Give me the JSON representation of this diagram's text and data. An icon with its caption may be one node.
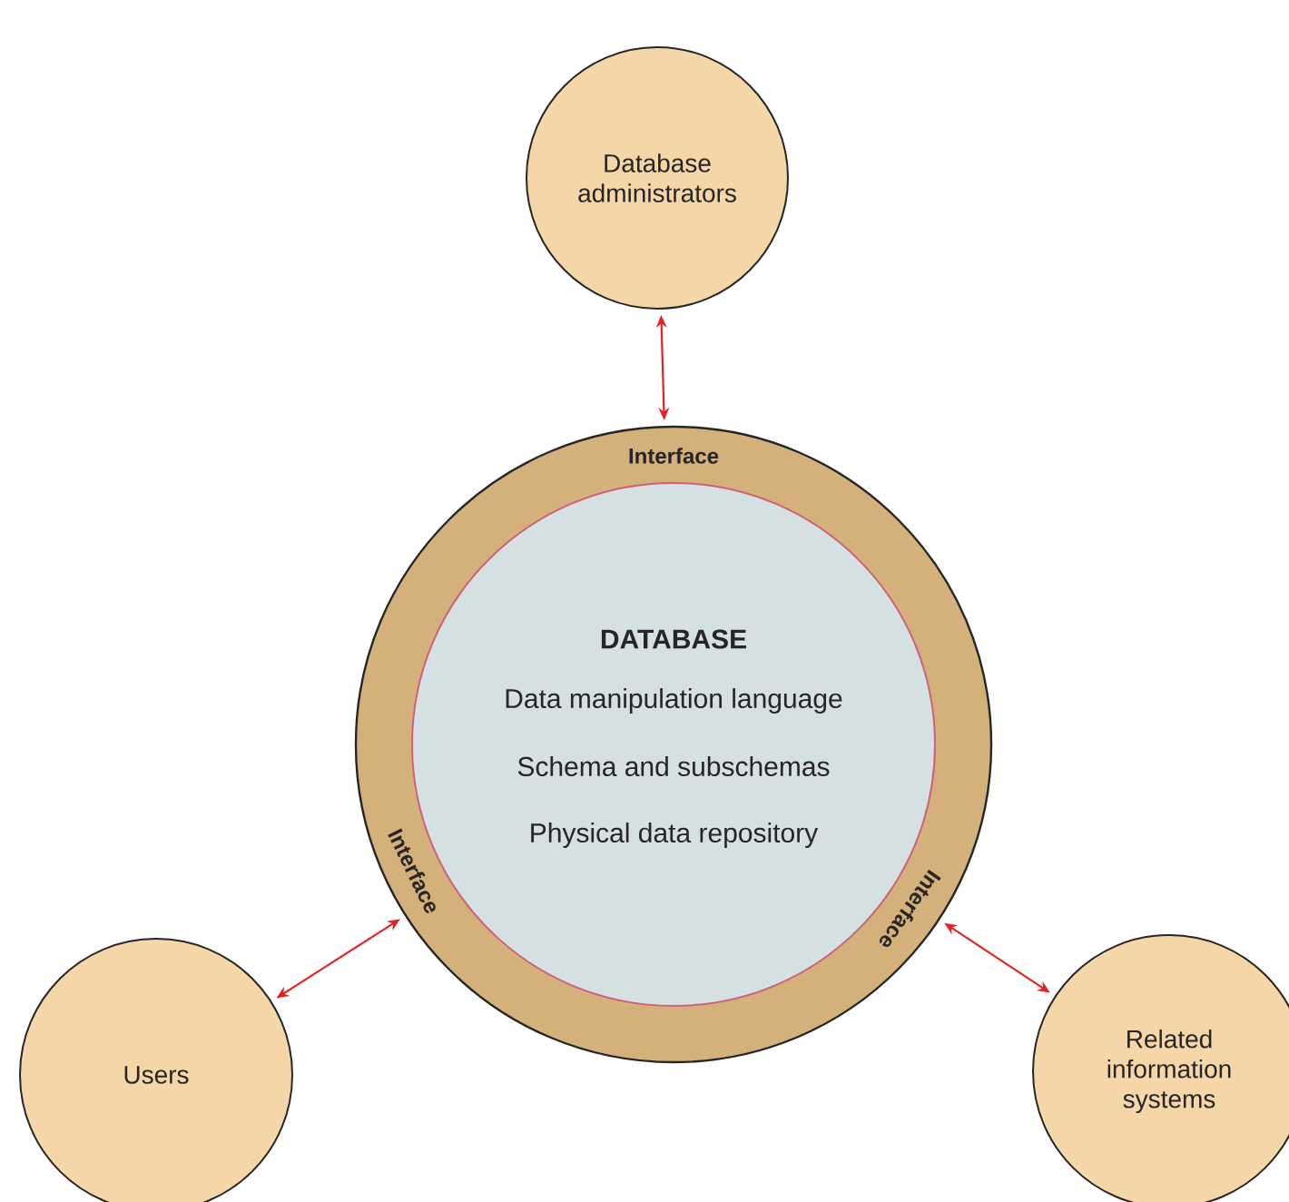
{
  "diagram": {
    "nodes": [
      {
        "text": [
          "Database administrators"
        ]
      },
      {
        "text": [
          "Interface",
          "Interface",
          "Interface"
        ]
      },
      {
        "text": [
          "DATABASE",
          "Data manipulation language",
          "Schema and subschemas",
          "Physical data repository"
        ],
        "in": 1
      },
      {
        "text": [
          "Users"
        ]
      },
      {
        "text": [
          "Related information systems"
        ]
      }
    ],
    "edges": [
      {
        "from": 0,
        "to": 1,
        "arrow": "both"
      },
      {
        "from": 3,
        "to": 1,
        "arrow": "both"
      },
      {
        "from": 4,
        "to": 1,
        "arrow": "both"
      }
    ]
  }
}
